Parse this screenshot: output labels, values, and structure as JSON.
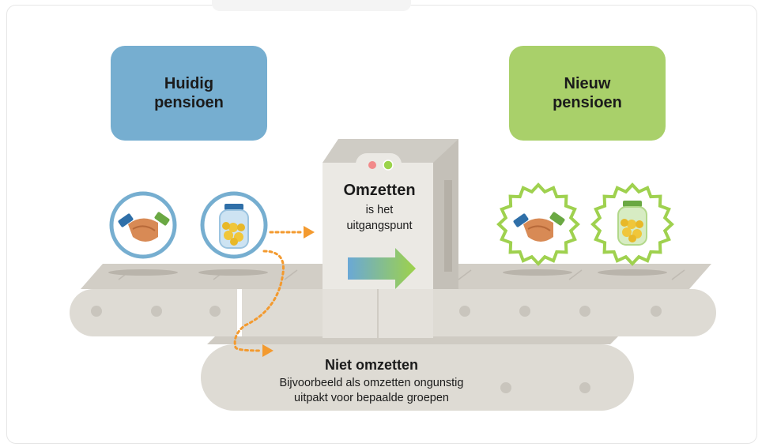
{
  "current_pension": {
    "title": "Huidig\npensioen",
    "color": "#76aed0"
  },
  "new_pension": {
    "title": "Nieuw\npensioen",
    "color": "#a9d06a"
  },
  "machine": {
    "title": "Omzetten",
    "subtitle": "is het\nuitgangspunt"
  },
  "not_convert": {
    "title": "Niet omzetten",
    "subtitle": "Bijvoorbeeld als omzetten ongunstig\nuitpakt voor bepaalde groepen"
  },
  "icons": {
    "handshake_old": "handshake-icon",
    "jar_old": "coin-jar-icon",
    "handshake_new": "handshake-icon",
    "jar_new": "coin-jar-icon"
  },
  "colors": {
    "belt": "#dcd9d2",
    "belt_shadow": "#c9c5bd",
    "machine_body": "#e9e7e2",
    "machine_dark": "#cfccc5",
    "arrow_dots": "#f39a2f",
    "circle_ring": "#76aed0",
    "badge_ring": "#9fd14f",
    "coins": "#f0c63a"
  }
}
